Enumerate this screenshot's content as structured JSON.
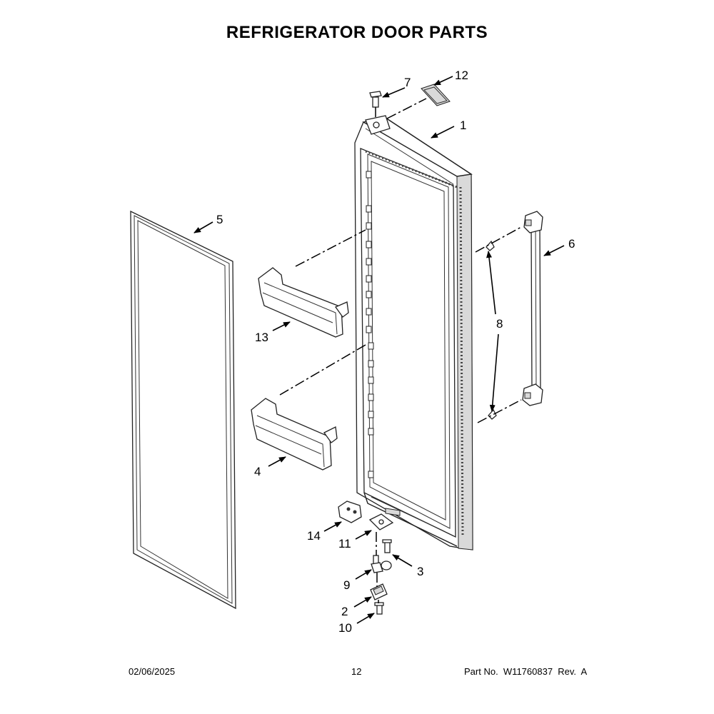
{
  "title": "REFRIGERATOR DOOR PARTS",
  "callouts": {
    "c1": "1",
    "c2": "2",
    "c3": "3",
    "c4": "4",
    "c5": "5",
    "c6": "6",
    "c7": "7",
    "c8": "8",
    "c9": "9",
    "c10": "10",
    "c11": "11",
    "c12": "12",
    "c13": "13",
    "c14": "14"
  },
  "footer": {
    "date": "02/06/2025",
    "page": "12",
    "part_number": "Part No.  W11760837  Rev.  A"
  }
}
